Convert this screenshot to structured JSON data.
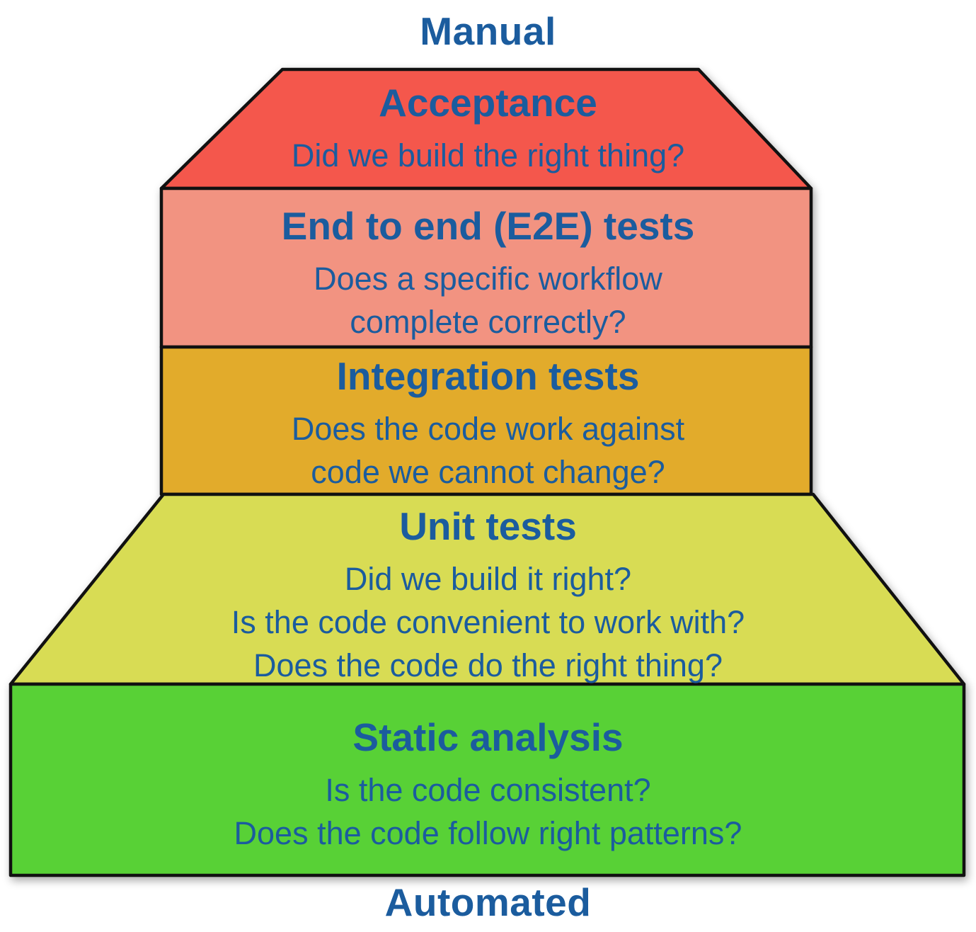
{
  "diagram": {
    "top_label": "Manual",
    "bottom_label": "Automated",
    "text_color": "#1b5c9e",
    "outline_color": "#111111",
    "layers": [
      {
        "id": "acceptance",
        "title": "Acceptance",
        "lines": [
          "Did we build the right thing?"
        ],
        "color": "#f4574c"
      },
      {
        "id": "e2e",
        "title": "End to end (E2E) tests",
        "lines": [
          "Does a specific workflow",
          "complete correctly?"
        ],
        "color": "#f29381"
      },
      {
        "id": "integration",
        "title": "Integration tests",
        "lines": [
          "Does the code work against",
          "code we cannot change?"
        ],
        "color": "#e2ab2b"
      },
      {
        "id": "unit",
        "title": "Unit tests",
        "lines": [
          "Did we build it right?",
          "Is the code convenient to work with?",
          "Does the code do the right thing?"
        ],
        "color": "#d8dc54"
      },
      {
        "id": "static",
        "title": "Static analysis",
        "lines": [
          "Is the code consistent?",
          "Does the code follow right patterns?"
        ],
        "color": "#58d136"
      }
    ]
  }
}
